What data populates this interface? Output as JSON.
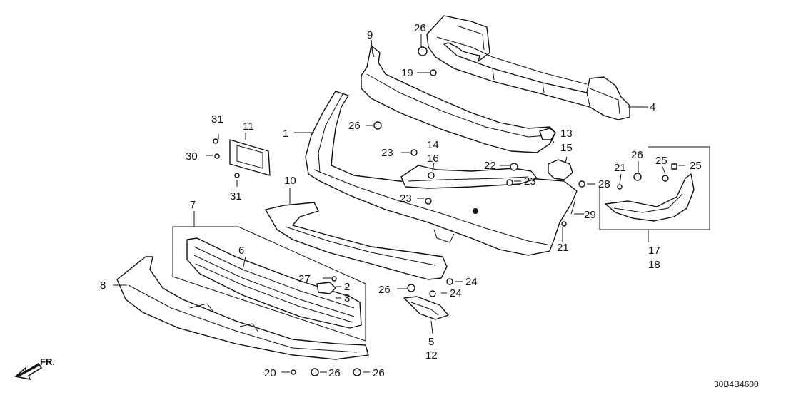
{
  "diagram": {
    "code": "30B4B4600",
    "direction_label": "FR.",
    "callouts": {
      "c1": "1",
      "c2": "2",
      "c3": "3",
      "c4": "4",
      "c5": "5",
      "c6": "6",
      "c7": "7",
      "c8": "8",
      "c9": "9",
      "c10": "10",
      "c11": "11",
      "c12": "12",
      "c13": "13",
      "c14": "14",
      "c15": "15",
      "c16": "16",
      "c17": "17",
      "c18": "18",
      "c19": "19",
      "c20": "20",
      "c21a": "21",
      "c21b": "21",
      "c22": "22",
      "c23a": "23",
      "c23b": "23",
      "c23c": "23",
      "c24a": "24",
      "c24b": "24",
      "c25a": "25",
      "c25b": "25",
      "c26a": "26",
      "c26b": "26",
      "c26c": "26",
      "c26d": "26",
      "c26e": "26",
      "c26f": "26",
      "c27": "27",
      "c28": "28",
      "c29": "29",
      "c30": "30",
      "c31a": "31",
      "c31b": "31"
    }
  }
}
